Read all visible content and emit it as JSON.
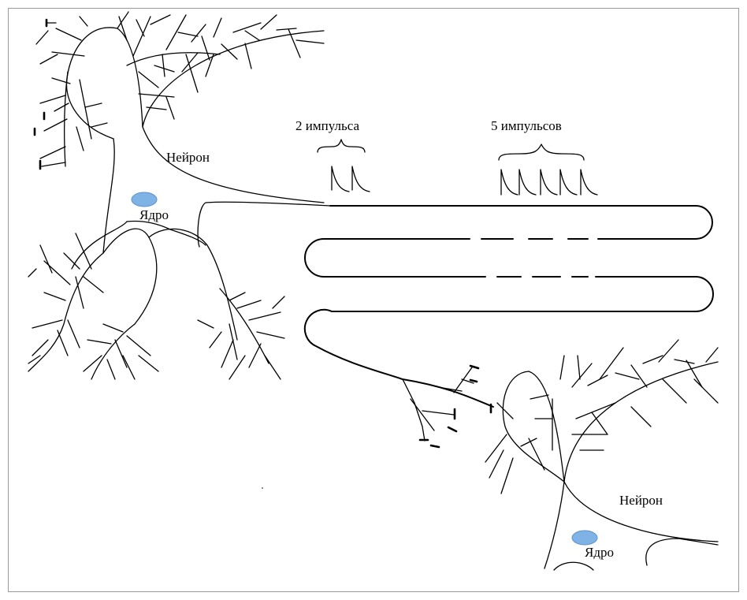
{
  "labels": {
    "neuron_top": "Нейрон",
    "nucleus_top": "Ядро",
    "pulses_two": "2 импульса",
    "pulses_five": "5 импульсов",
    "neuron_bottom": "Нейрон",
    "nucleus_bottom": "Ядро"
  },
  "pulses": {
    "first_group_count": 2,
    "second_group_count": 5
  },
  "colors": {
    "line": "#000000",
    "nucleus": "#7fb2e5",
    "nucleus_stroke": "#5f93cc",
    "frame": "#9a9a9a"
  }
}
